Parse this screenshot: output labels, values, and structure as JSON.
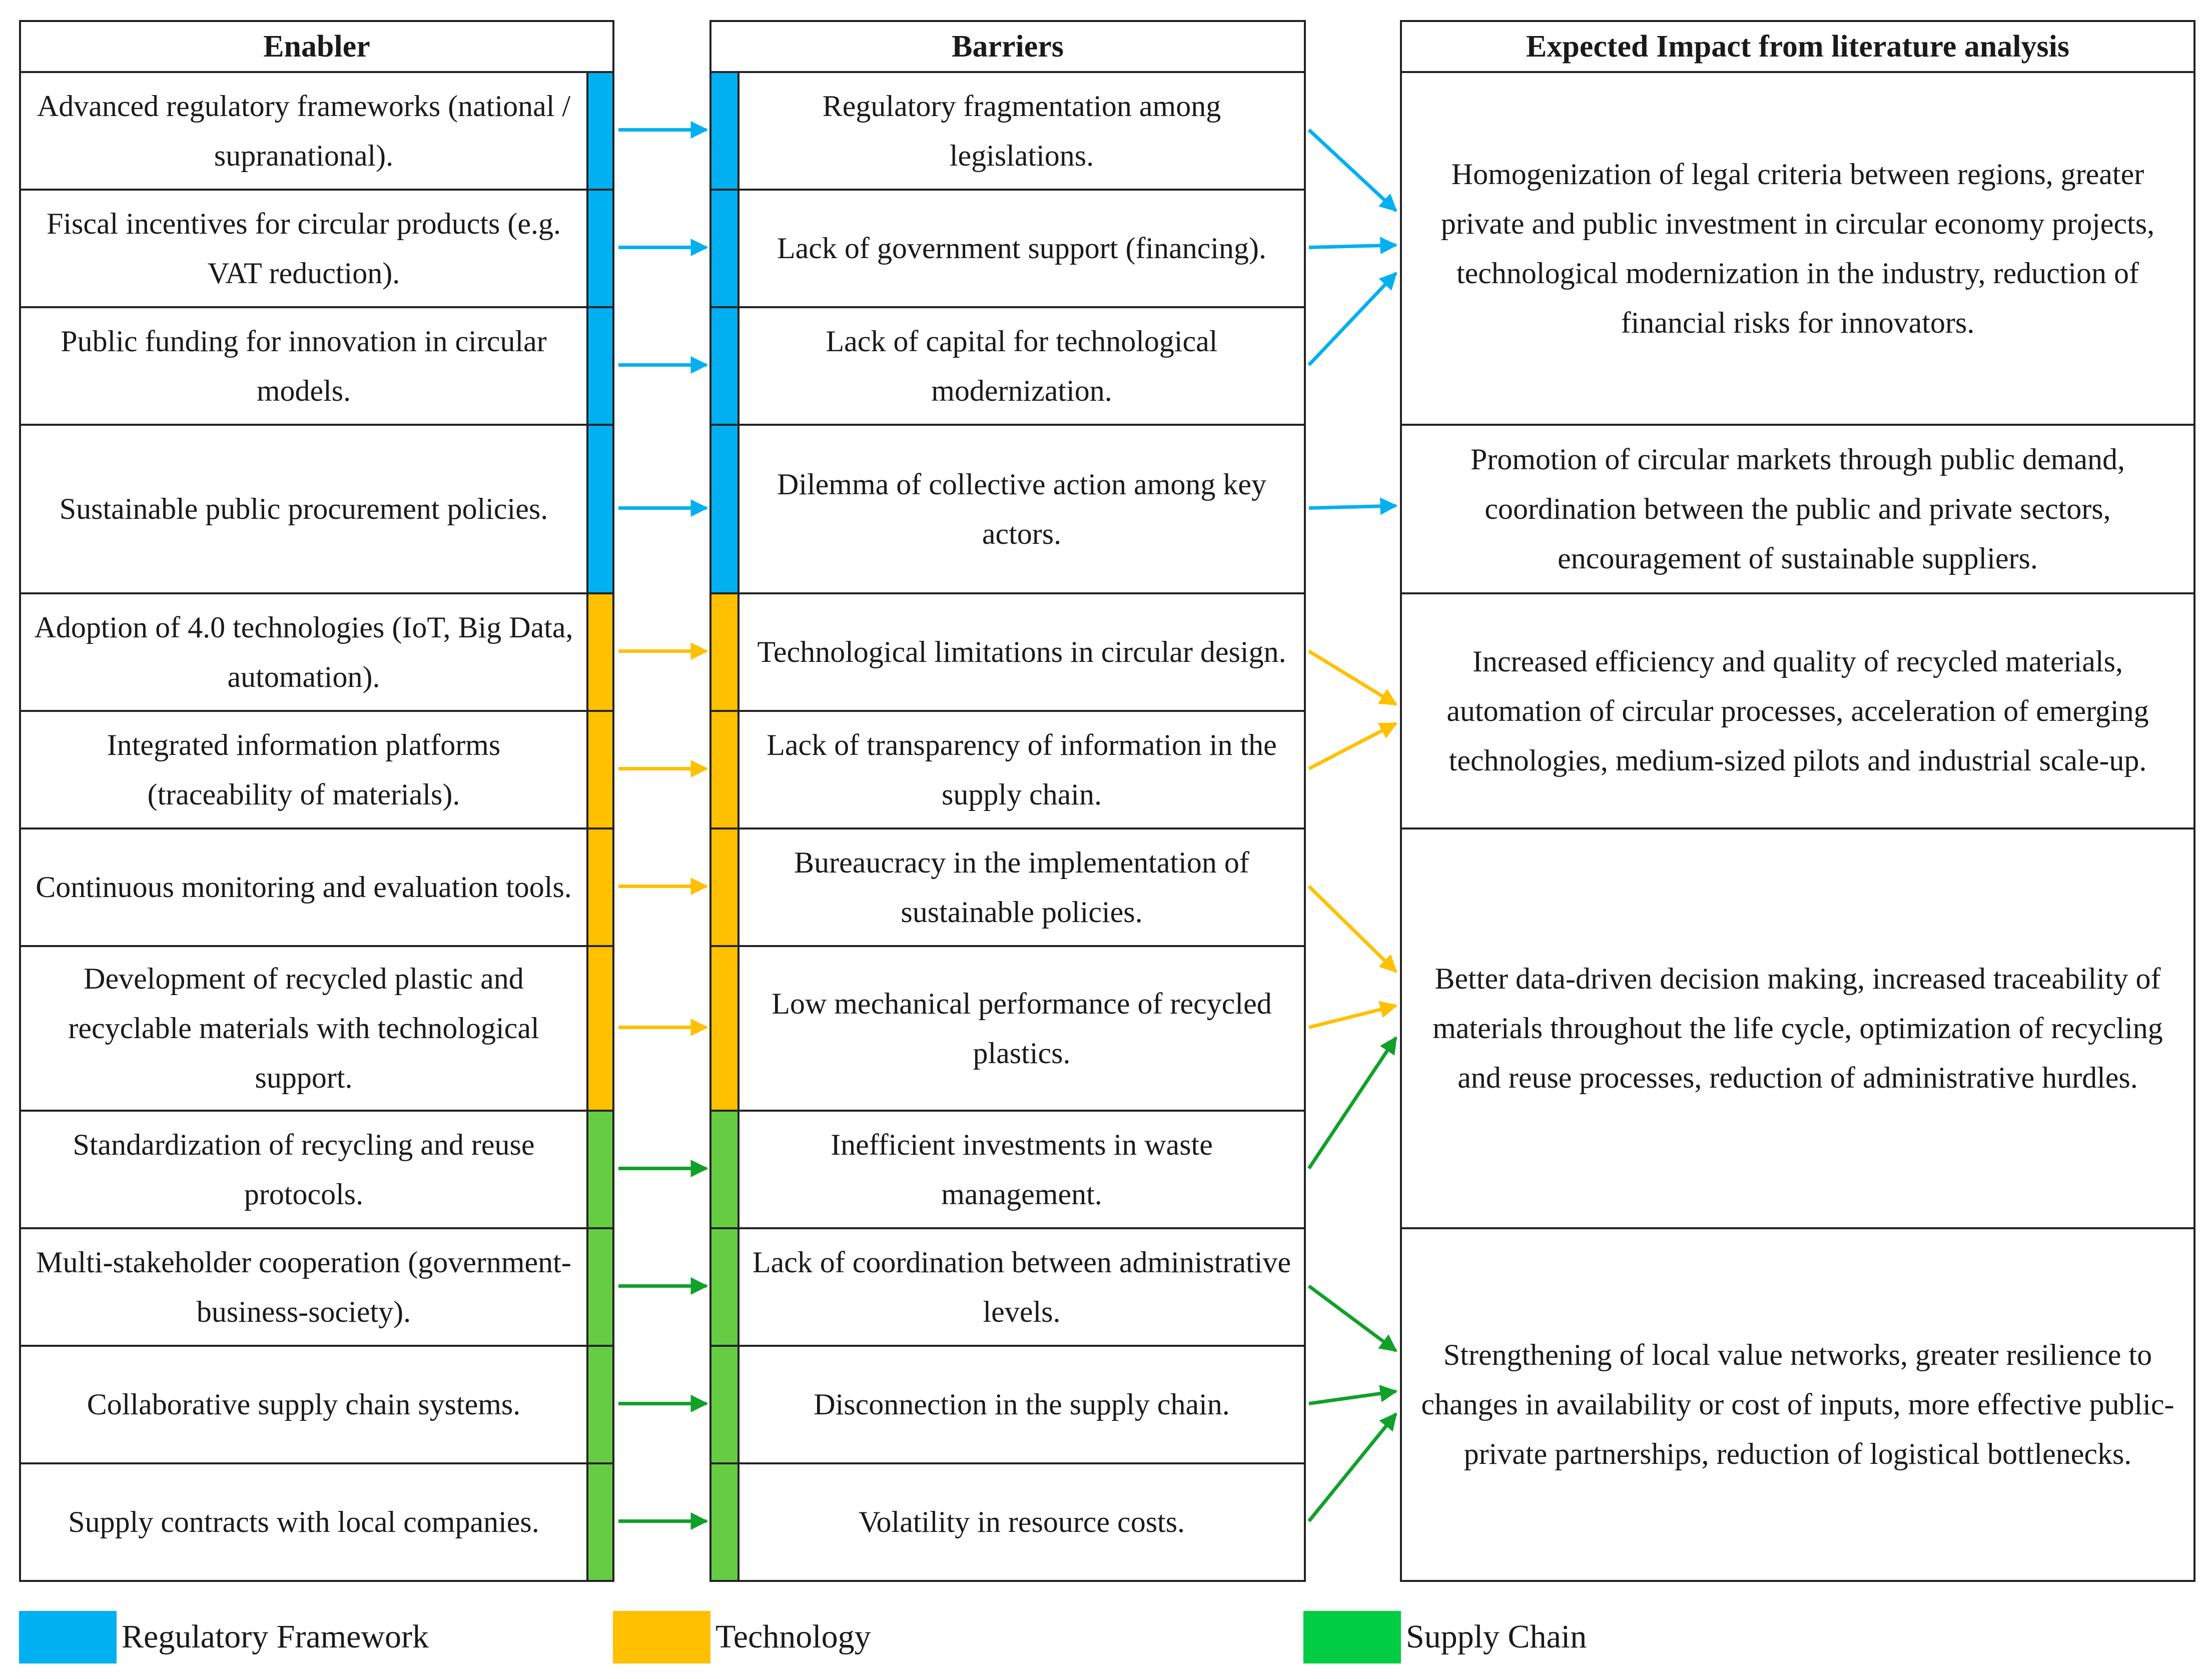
{
  "headers": {
    "enabler": "Enabler",
    "barriers": "Barriers",
    "impact": "Expected Impact from literature analysis"
  },
  "colors": {
    "regulatory": "#00b0f0",
    "technology": "#ffc000",
    "supply": "#66cc44",
    "supply_legend": "#00cc44",
    "green_arrow": "#11a02a"
  },
  "enablers": [
    {
      "label": "Advanced regulatory frameworks (national / supranational).",
      "category": "regulatory"
    },
    {
      "label": "Fiscal incentives for circular products (e.g. VAT reduction).",
      "category": "regulatory"
    },
    {
      "label": "Public funding for innovation in circular models.",
      "category": "regulatory"
    },
    {
      "label": "Sustainable public procurement policies.",
      "category": "regulatory"
    },
    {
      "label": "Adoption of 4.0 technologies (IoT, Big Data, automation).",
      "category": "technology"
    },
    {
      "label": "Integrated information platforms (traceability of materials).",
      "category": "technology"
    },
    {
      "label": "Continuous monitoring and evaluation tools.",
      "category": "technology"
    },
    {
      "label": "Development of recycled plastic and recyclable materials with technological support.",
      "category": "technology"
    },
    {
      "label": "Standardization of recycling and reuse protocols.",
      "category": "supply"
    },
    {
      "label": "Multi-stakeholder cooperation (government-business-society).",
      "category": "supply"
    },
    {
      "label": "Collaborative supply chain systems.",
      "category": "supply"
    },
    {
      "label": "Supply contracts with local companies.",
      "category": "supply"
    }
  ],
  "barriers": [
    {
      "label": "Regulatory fragmentation among legislations.",
      "impact": 0
    },
    {
      "label": "Lack of government support (financing).",
      "impact": 0
    },
    {
      "label": "Lack of capital for technological modernization.",
      "impact": 0
    },
    {
      "label": "Dilemma of collective action among key actors.",
      "impact": 1
    },
    {
      "label": "Technological limitations in circular design.",
      "impact": 2
    },
    {
      "label": "Lack of transparency of information in the supply chain.",
      "impact": 2
    },
    {
      "label": "Bureaucracy in the implementation of sustainable policies.",
      "impact": 3
    },
    {
      "label": "Low mechanical performance of recycled plastics.",
      "impact": 3
    },
    {
      "label": "Inefficient investments in waste management.",
      "impact": 3
    },
    {
      "label": "Lack of coordination between administrative levels.",
      "impact": 4
    },
    {
      "label": "Disconnection in the supply chain.",
      "impact": 4
    },
    {
      "label": "Volatility in resource costs.",
      "impact": 4
    }
  ],
  "impacts": [
    "Homogenization of legal criteria between regions, greater private and public investment in circular economy projects, technological modernization in the industry, reduction of financial risks for innovators.",
    "Promotion of circular markets through public demand, coordination between the public and private sectors, encouragement of sustainable suppliers.",
    "Increased efficiency and quality of recycled materials, automation of circular processes, acceleration of emerging technologies, medium-sized pilots and industrial scale-up.",
    "Better data-driven decision making, increased traceability of materials throughout the life cycle, optimization of recycling and reuse processes, reduction of administrative hurdles.",
    "Strengthening of local value networks, greater resilience to changes in availability or cost of inputs, more effective public-private partnerships, reduction of logistical bottlenecks."
  ],
  "legend": [
    {
      "label": "Regulatory Framework",
      "color": "#00b0f0"
    },
    {
      "label": "Technology",
      "color": "#ffc000"
    },
    {
      "label": "Supply Chain",
      "color": "#00cc44"
    }
  ]
}
